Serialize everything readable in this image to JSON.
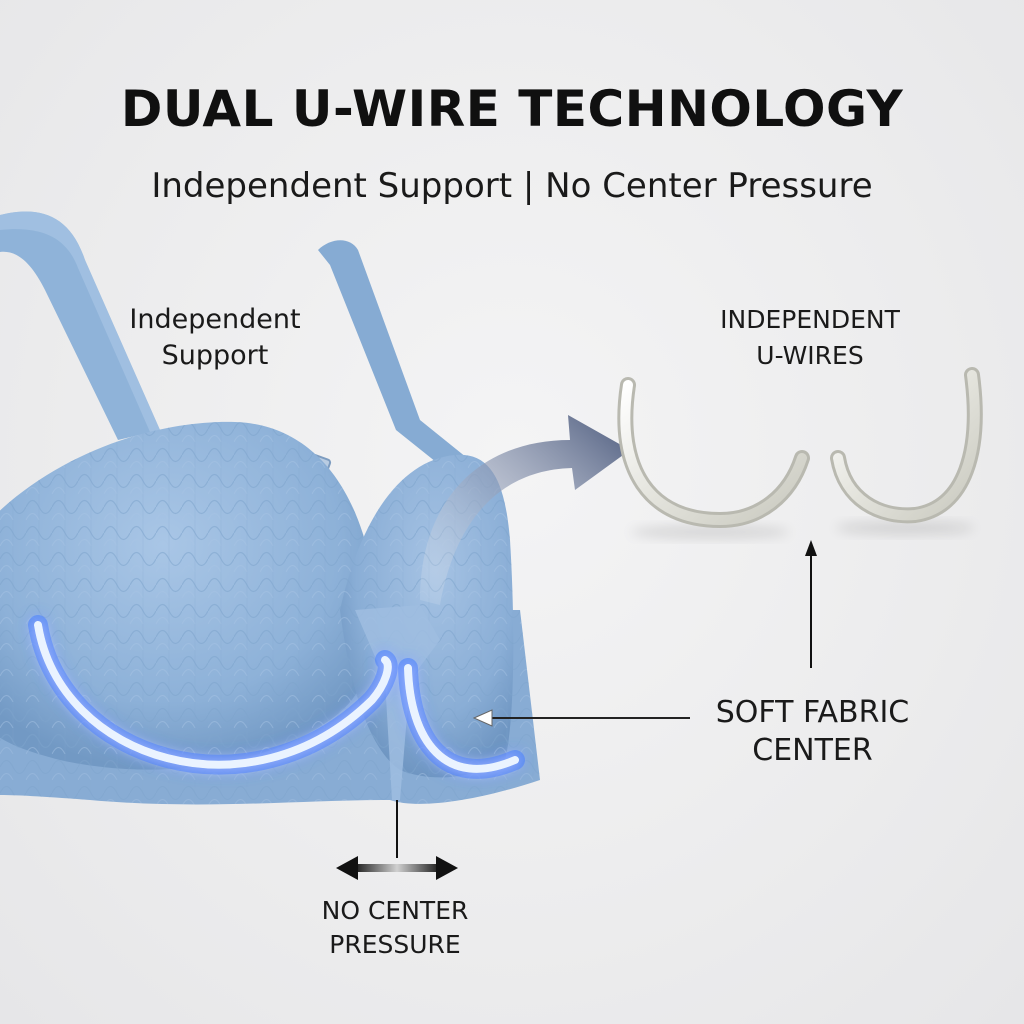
{
  "headline": {
    "title": "DUAL U-WIRE TECHNOLOGY",
    "subtitle": "Independent Support | No Center Pressure"
  },
  "callouts": {
    "support": [
      "Independent",
      "Support"
    ],
    "wires": [
      "INDEPENDENT",
      "U-WIRES"
    ],
    "fabric": [
      "SOFT FABRIC",
      "CENTER"
    ],
    "pressure": [
      "NO CENTER",
      "PRESSURE"
    ]
  },
  "colors": {
    "fabric": "#8fb3d9",
    "fabric_shadow": "#6f95c0",
    "wire_glow": "#3c7bff",
    "arrow": "#5f6d8c",
    "text": "#141414",
    "background": "#ececed"
  },
  "icons": {
    "curved_arrow": "curved-arrow-icon",
    "up_arrow": "up-arrow-icon",
    "left_arrow": "left-arrow-icon",
    "double_arrow": "left-right-arrow-icon"
  }
}
